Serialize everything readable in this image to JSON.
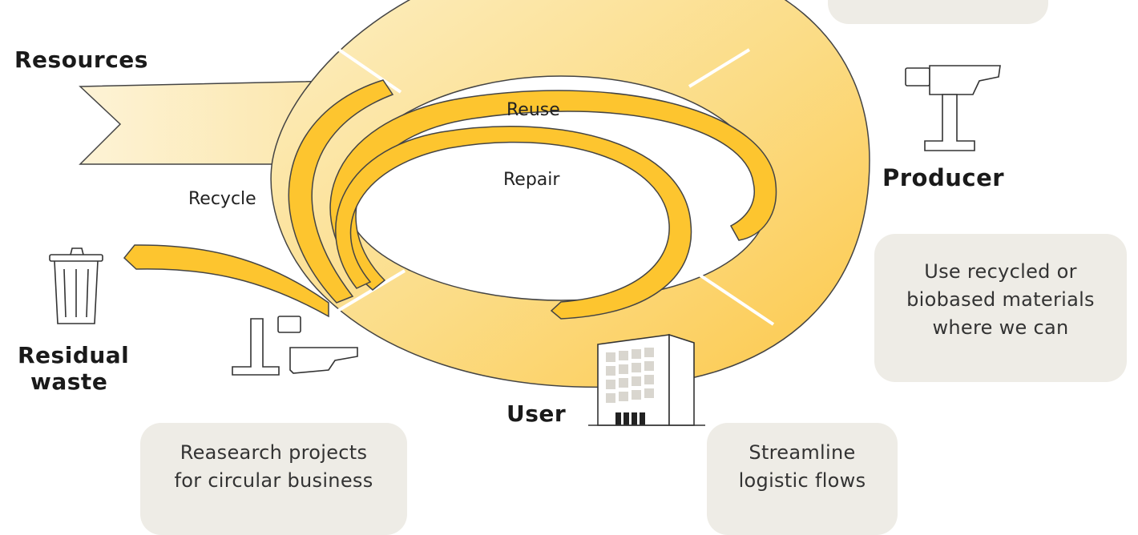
{
  "stages": {
    "resources": "Resources",
    "producer": "Producer",
    "user": "User",
    "residual_waste": [
      "Residual",
      "waste"
    ]
  },
  "loops": {
    "reuse": "Reuse",
    "repair": "Repair",
    "recycle": "Recycle"
  },
  "notes": {
    "producer": [
      "Use recycled or",
      "biobased materials",
      "where we can"
    ],
    "research": [
      "Reasearch projects",
      "for circular business"
    ],
    "logistics": [
      "Streamline",
      "logistic flows"
    ]
  },
  "colors": {
    "band_light": "#fce9b0",
    "band_mid": "#fbd97a",
    "band_dark": "#fdc84a",
    "arrow_fill": "#fdc52f",
    "outline": "#222222",
    "note_bg": "#eeece6"
  },
  "icons": [
    "trash-bin-icon",
    "factory-machine-icon",
    "office-building-icon",
    "machine-parts-icon"
  ]
}
